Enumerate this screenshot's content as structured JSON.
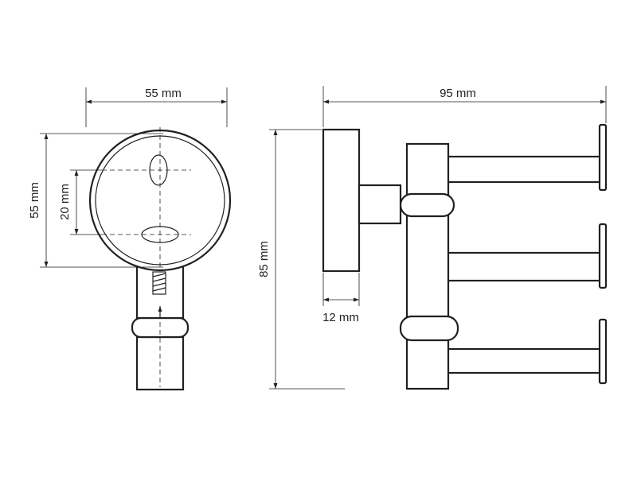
{
  "dimensions": {
    "front_width": "55 mm",
    "front_height": "55 mm",
    "hole_spacing": "20 mm",
    "side_width": "95 mm",
    "side_height": "85 mm",
    "plate_thickness": "12 mm"
  },
  "colors": {
    "line": "#231f20",
    "background": "#ffffff"
  },
  "icons": {
    "arrowhead": "arrowhead-icon"
  }
}
